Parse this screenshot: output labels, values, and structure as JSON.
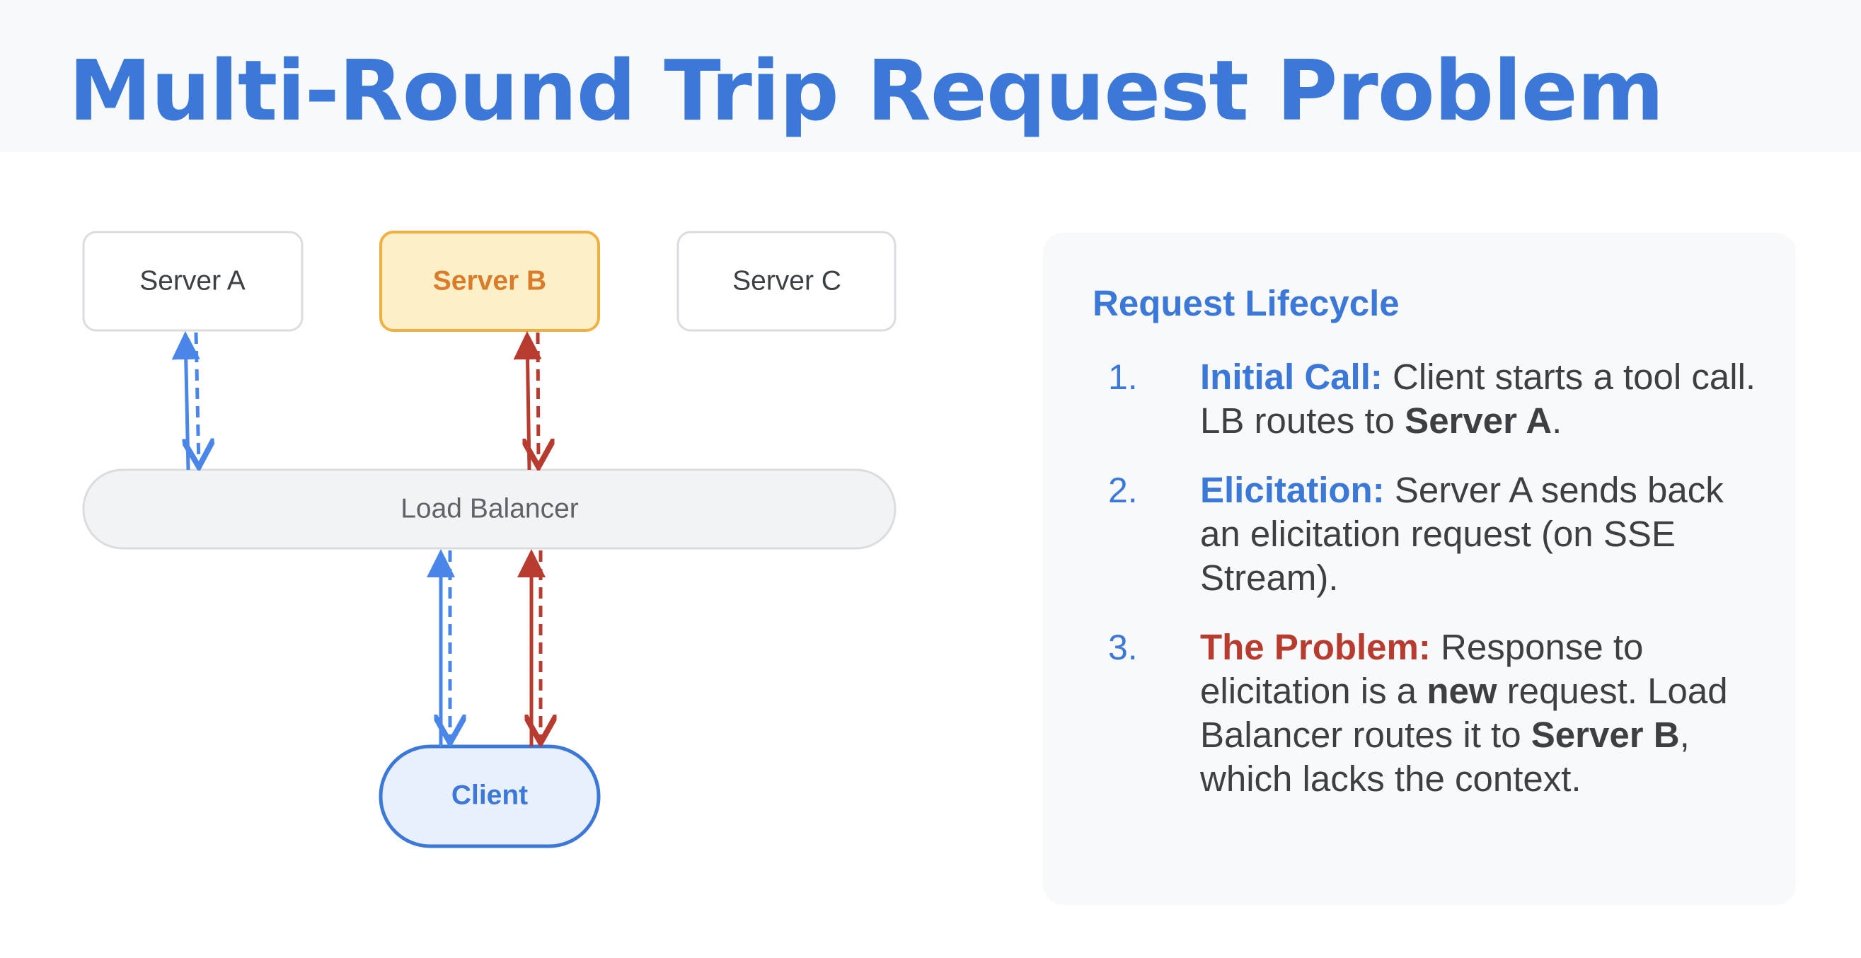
{
  "title": "Multi-Round Trip Request Problem",
  "diagram": {
    "nodes": {
      "server_a": "Server A",
      "server_b": "Server B",
      "server_c": "Server C",
      "load_balancer": "Load Balancer",
      "client": "Client"
    },
    "colors": {
      "first_request": "#4a86e8",
      "second_request": "#b83b2f",
      "highlight_fill": "#fdefc7",
      "highlight_border": "#f0b041",
      "highlight_text": "#d97c2b",
      "client_fill": "#e8f0fd",
      "client_border": "#3c78d8"
    }
  },
  "lifecycle": {
    "heading": "Request Lifecycle",
    "steps": [
      {
        "number": "1.",
        "head": "Initial Call:",
        "text_1": " Client starts a tool call. LB routes to ",
        "strong_1": "Server A",
        "text_2": "."
      },
      {
        "number": "2.",
        "head": "Elicitation:",
        "text_1": " Server A sends back an elicitation request (on SSE Stream)."
      },
      {
        "number": "3.",
        "head": "The Problem:",
        "text_1": " Response to elicitation is a ",
        "strong_1": "new",
        "text_2": " request. Load Balancer routes it to ",
        "strong_2": "Server B",
        "text_3": ", which lacks the context."
      }
    ]
  }
}
